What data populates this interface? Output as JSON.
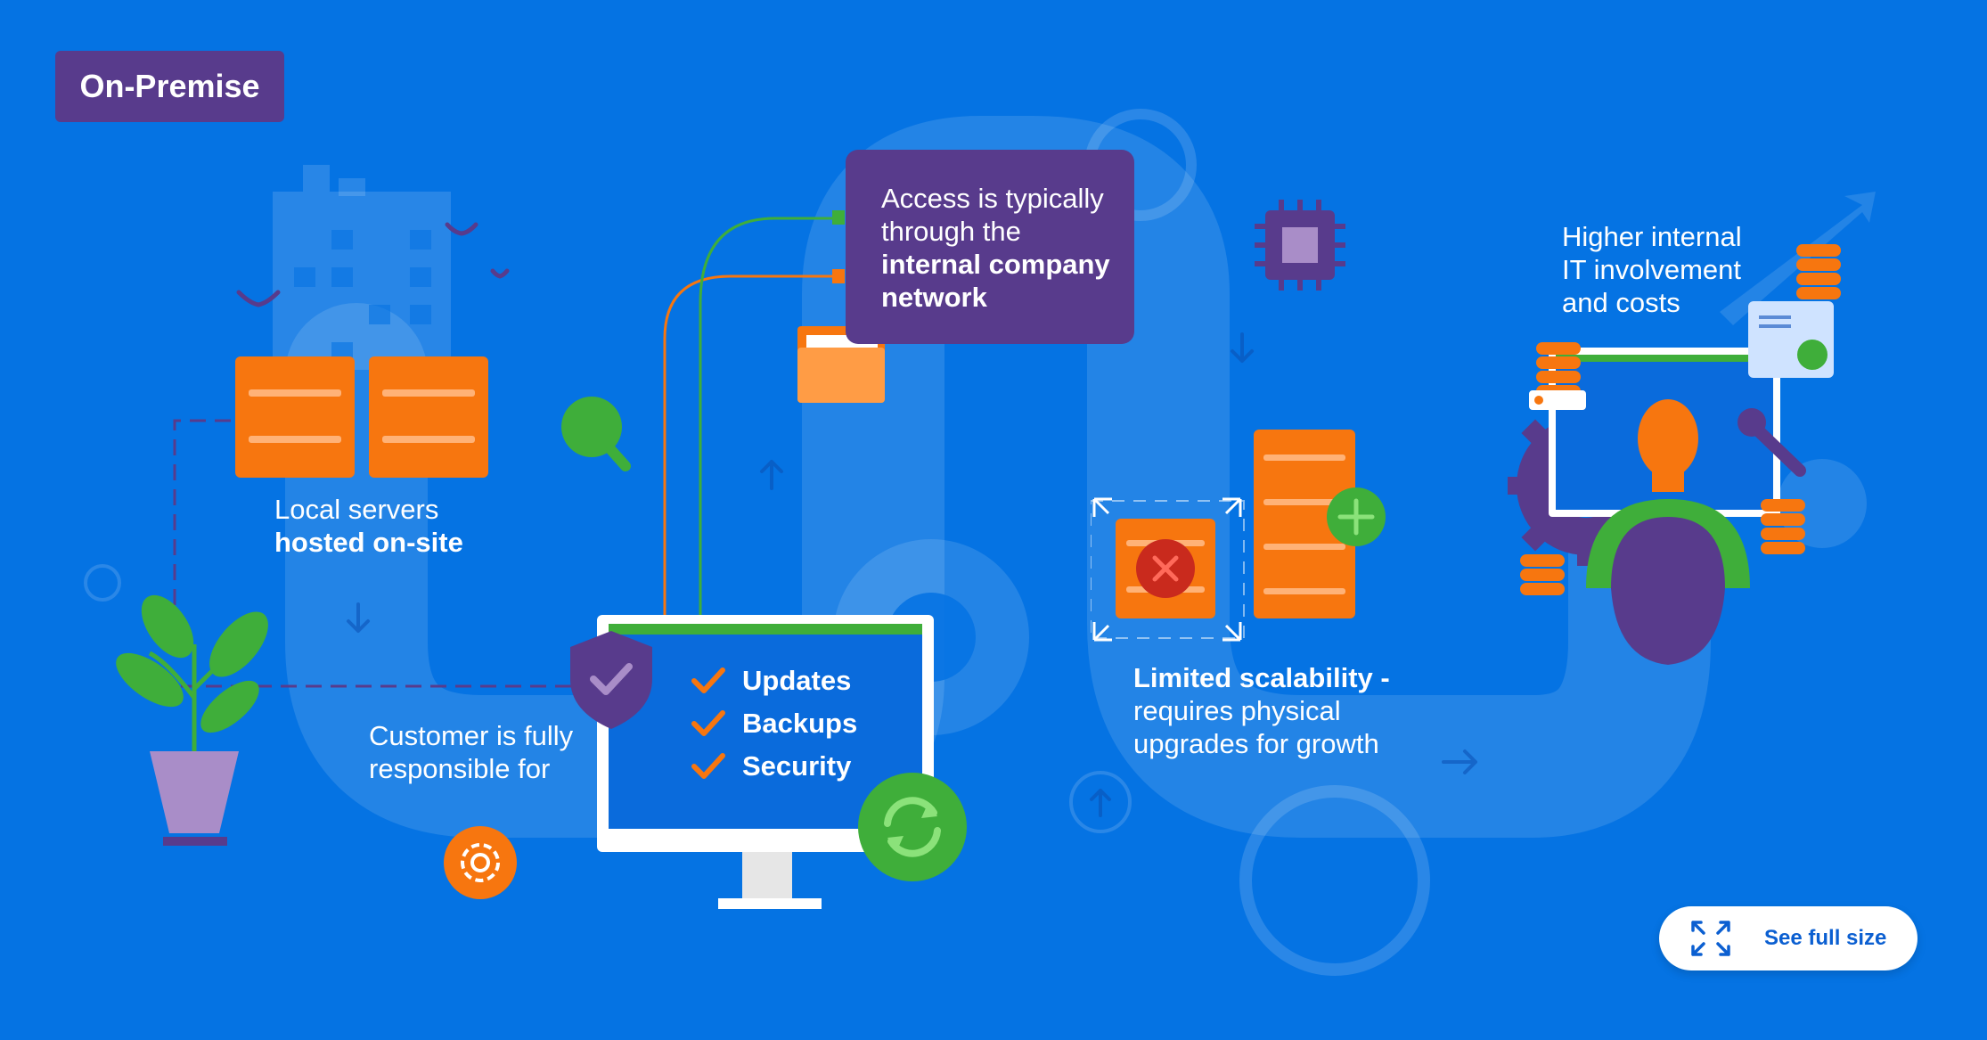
{
  "badge": {
    "label": "On-Premise"
  },
  "callout": {
    "line1": "Access is typically",
    "line2": "through the",
    "bold1": "internal company",
    "bold2": "network"
  },
  "servers": {
    "line1": "Local servers",
    "bold": "hosted on-site"
  },
  "responsibility": {
    "line1": "Customer is fully",
    "line2": "responsible for"
  },
  "checklist": [
    "Updates",
    "Backups",
    "Security"
  ],
  "scalability": {
    "bold": "Limited scalability -",
    "line2": "requires physical",
    "line3": "upgrades for growth"
  },
  "it_costs": {
    "line1": "Higher internal",
    "line2": "IT involvement",
    "line3": "and costs"
  },
  "full_size_button": {
    "label": "See full size",
    "icon": "expand-icon"
  },
  "colors": {
    "background": "#0573e3",
    "purple": "#583b8c",
    "orange": "#f7760f",
    "green": "#3fae3a",
    "white": "#ffffff"
  }
}
